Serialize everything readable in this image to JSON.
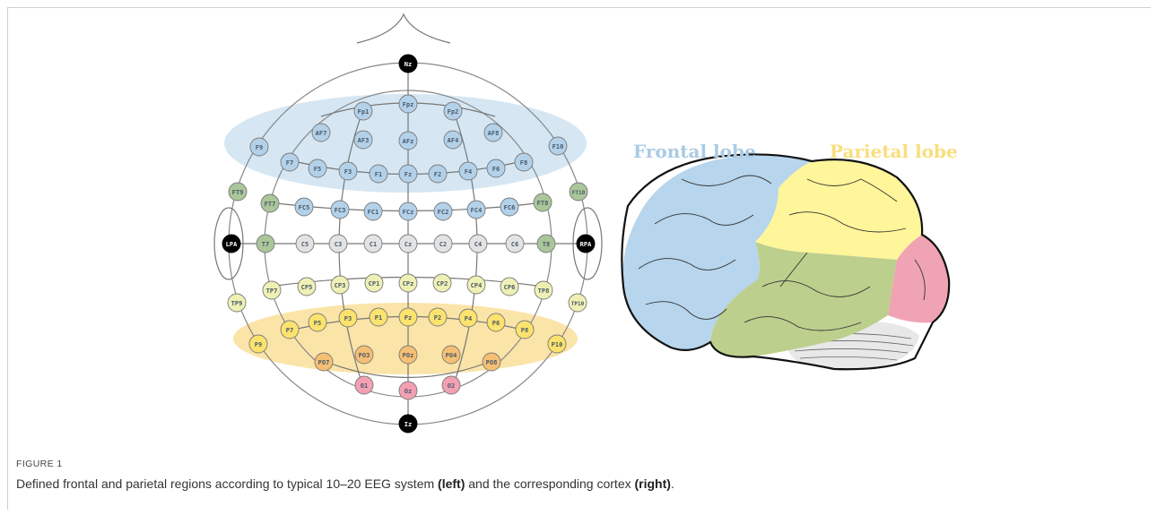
{
  "figure": {
    "label": "FIGURE 1",
    "caption": {
      "before": "Defined frontal and parietal regions according to typical 10–20 EEG system ",
      "left_word": "(left)",
      "middle": " and the corresponding cortex ",
      "right_word": "(right)",
      "after": "."
    }
  },
  "brain": {
    "frontal_label": "Frontal lobe",
    "parietal_label": "Parietal lobe",
    "colors": {
      "frontal": "#b7d5ec",
      "parietal": "#fff59a",
      "temporal": "#bccf8d",
      "occipital": "#f0a3b3",
      "cerebellum": "#e8e8e8",
      "frontal_text": "#a9cbe6",
      "parietal_text": "#f9de7c"
    }
  },
  "eeg": {
    "colors": {
      "frontal_region": "#d6e7f3",
      "parietal_region": "#fbe4a8",
      "blue": "#b3d1e9",
      "green": "#aac69a",
      "gray": "#e3e3e3",
      "lightyellow": "#eff0b4",
      "yellow": "#fbe36d",
      "orange": "#f5bf74",
      "pink": "#f2a0b2",
      "black": "#000000"
    },
    "electrodes": [
      {
        "label": "Nz",
        "c": "black"
      },
      {
        "label": "Fp1",
        "c": "blue"
      },
      {
        "label": "Fpz",
        "c": "blue"
      },
      {
        "label": "Fp2",
        "c": "blue"
      },
      {
        "label": "AF7",
        "c": "blue"
      },
      {
        "label": "AF3",
        "c": "blue"
      },
      {
        "label": "AFz",
        "c": "blue"
      },
      {
        "label": "AF4",
        "c": "blue"
      },
      {
        "label": "AF8",
        "c": "blue"
      },
      {
        "label": "F9",
        "c": "blue"
      },
      {
        "label": "F10",
        "c": "blue"
      },
      {
        "label": "F7",
        "c": "blue"
      },
      {
        "label": "F5",
        "c": "blue"
      },
      {
        "label": "F3",
        "c": "blue"
      },
      {
        "label": "F1",
        "c": "blue"
      },
      {
        "label": "Fz",
        "c": "blue"
      },
      {
        "label": "F2",
        "c": "blue"
      },
      {
        "label": "F4",
        "c": "blue"
      },
      {
        "label": "F6",
        "c": "blue"
      },
      {
        "label": "F8",
        "c": "blue"
      },
      {
        "label": "FT9",
        "c": "green"
      },
      {
        "label": "FT10",
        "c": "green"
      },
      {
        "label": "FT7",
        "c": "green"
      },
      {
        "label": "FT8",
        "c": "green"
      },
      {
        "label": "FC5",
        "c": "blue"
      },
      {
        "label": "FC3",
        "c": "blue"
      },
      {
        "label": "FC1",
        "c": "blue"
      },
      {
        "label": "FCz",
        "c": "blue"
      },
      {
        "label": "FC2",
        "c": "blue"
      },
      {
        "label": "FC4",
        "c": "blue"
      },
      {
        "label": "FC6",
        "c": "blue"
      },
      {
        "label": "LPA",
        "c": "black"
      },
      {
        "label": "T7",
        "c": "green"
      },
      {
        "label": "C5",
        "c": "gray"
      },
      {
        "label": "C3",
        "c": "gray"
      },
      {
        "label": "C1",
        "c": "gray"
      },
      {
        "label": "Cz",
        "c": "gray"
      },
      {
        "label": "C2",
        "c": "gray"
      },
      {
        "label": "C4",
        "c": "gray"
      },
      {
        "label": "C6",
        "c": "gray"
      },
      {
        "label": "T8",
        "c": "green"
      },
      {
        "label": "RPA",
        "c": "black"
      },
      {
        "label": "TP7",
        "c": "lightyellow"
      },
      {
        "label": "CP5",
        "c": "lightyellow"
      },
      {
        "label": "CP3",
        "c": "lightyellow"
      },
      {
        "label": "CP1",
        "c": "lightyellow"
      },
      {
        "label": "CPz",
        "c": "lightyellow"
      },
      {
        "label": "CP2",
        "c": "lightyellow"
      },
      {
        "label": "CP4",
        "c": "lightyellow"
      },
      {
        "label": "CP6",
        "c": "lightyellow"
      },
      {
        "label": "TP8",
        "c": "lightyellow"
      },
      {
        "label": "TP9",
        "c": "lightyellow"
      },
      {
        "label": "TP10",
        "c": "lightyellow"
      },
      {
        "label": "P9",
        "c": "yellow"
      },
      {
        "label": "P7",
        "c": "yellow"
      },
      {
        "label": "P5",
        "c": "yellow"
      },
      {
        "label": "P3",
        "c": "yellow"
      },
      {
        "label": "P1",
        "c": "yellow"
      },
      {
        "label": "Pz",
        "c": "yellow"
      },
      {
        "label": "P2",
        "c": "yellow"
      },
      {
        "label": "P4",
        "c": "yellow"
      },
      {
        "label": "P6",
        "c": "yellow"
      },
      {
        "label": "P8",
        "c": "yellow"
      },
      {
        "label": "P10",
        "c": "yellow"
      },
      {
        "label": "PO7",
        "c": "orange"
      },
      {
        "label": "PO3",
        "c": "orange"
      },
      {
        "label": "POz",
        "c": "orange"
      },
      {
        "label": "PO4",
        "c": "orange"
      },
      {
        "label": "PO8",
        "c": "orange"
      },
      {
        "label": "O1",
        "c": "pink"
      },
      {
        "label": "Oz",
        "c": "pink"
      },
      {
        "label": "O2",
        "c": "pink"
      },
      {
        "label": "Iz",
        "c": "black"
      }
    ]
  }
}
